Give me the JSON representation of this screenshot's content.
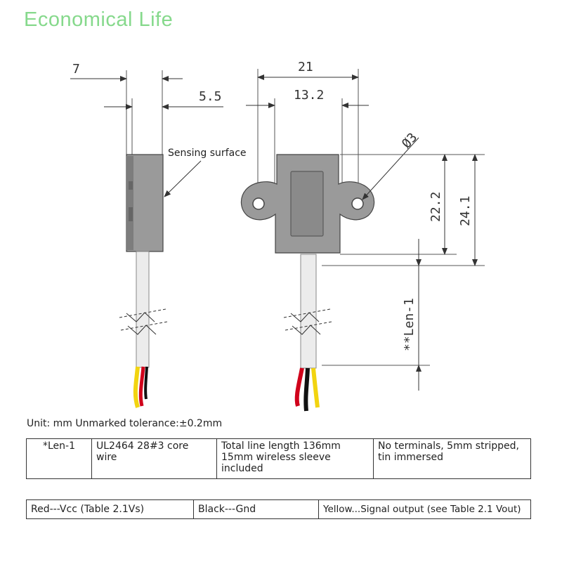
{
  "brand": {
    "text": "Economical Life",
    "color": "#86d98c"
  },
  "drawing": {
    "side_view": {
      "dim_top": "7",
      "dim_second": "5.5",
      "callout": "Sensing surface"
    },
    "front_view": {
      "dim_width": "21",
      "dim_hole_spacing": "13.2",
      "dim_hole_diameter": "Ø3",
      "dim_height_inner": "22.2",
      "dim_height_outer": "24.1",
      "dim_cable": "**Len-1"
    },
    "colors": {
      "line": "#333333",
      "body": "#9a9a9a",
      "body_dark": "#7d7d7d",
      "wire_red": "#d0021b",
      "wire_yellow": "#f2d410",
      "wire_black": "#111111"
    }
  },
  "unit_note": "Unit: mm Unmarked tolerance:±0.2mm",
  "table1": {
    "c1": "*Len-1",
    "c2": "UL2464 28#3 core wire",
    "c3": "Total line length 136mm 15mm wireless sleeve included",
    "c4": "No terminals, 5mm stripped, tin immersed"
  },
  "table2": {
    "c1": "Red---Vcc (Table 2.1Vs)",
    "c2": "Black---Gnd",
    "c3": "Yellow...Signal output (see Table 2.1 Vout)"
  }
}
